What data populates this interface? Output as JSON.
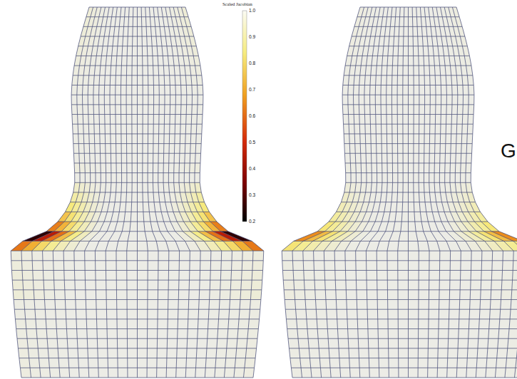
{
  "diagram": {
    "labels": [
      "Scaled Jacobian",
      "1.0",
      "0.9",
      "0.8",
      "0.7",
      "0.6",
      "0.5",
      "0.4",
      "0.3",
      "0.2",
      "G"
    ]
  }
}
